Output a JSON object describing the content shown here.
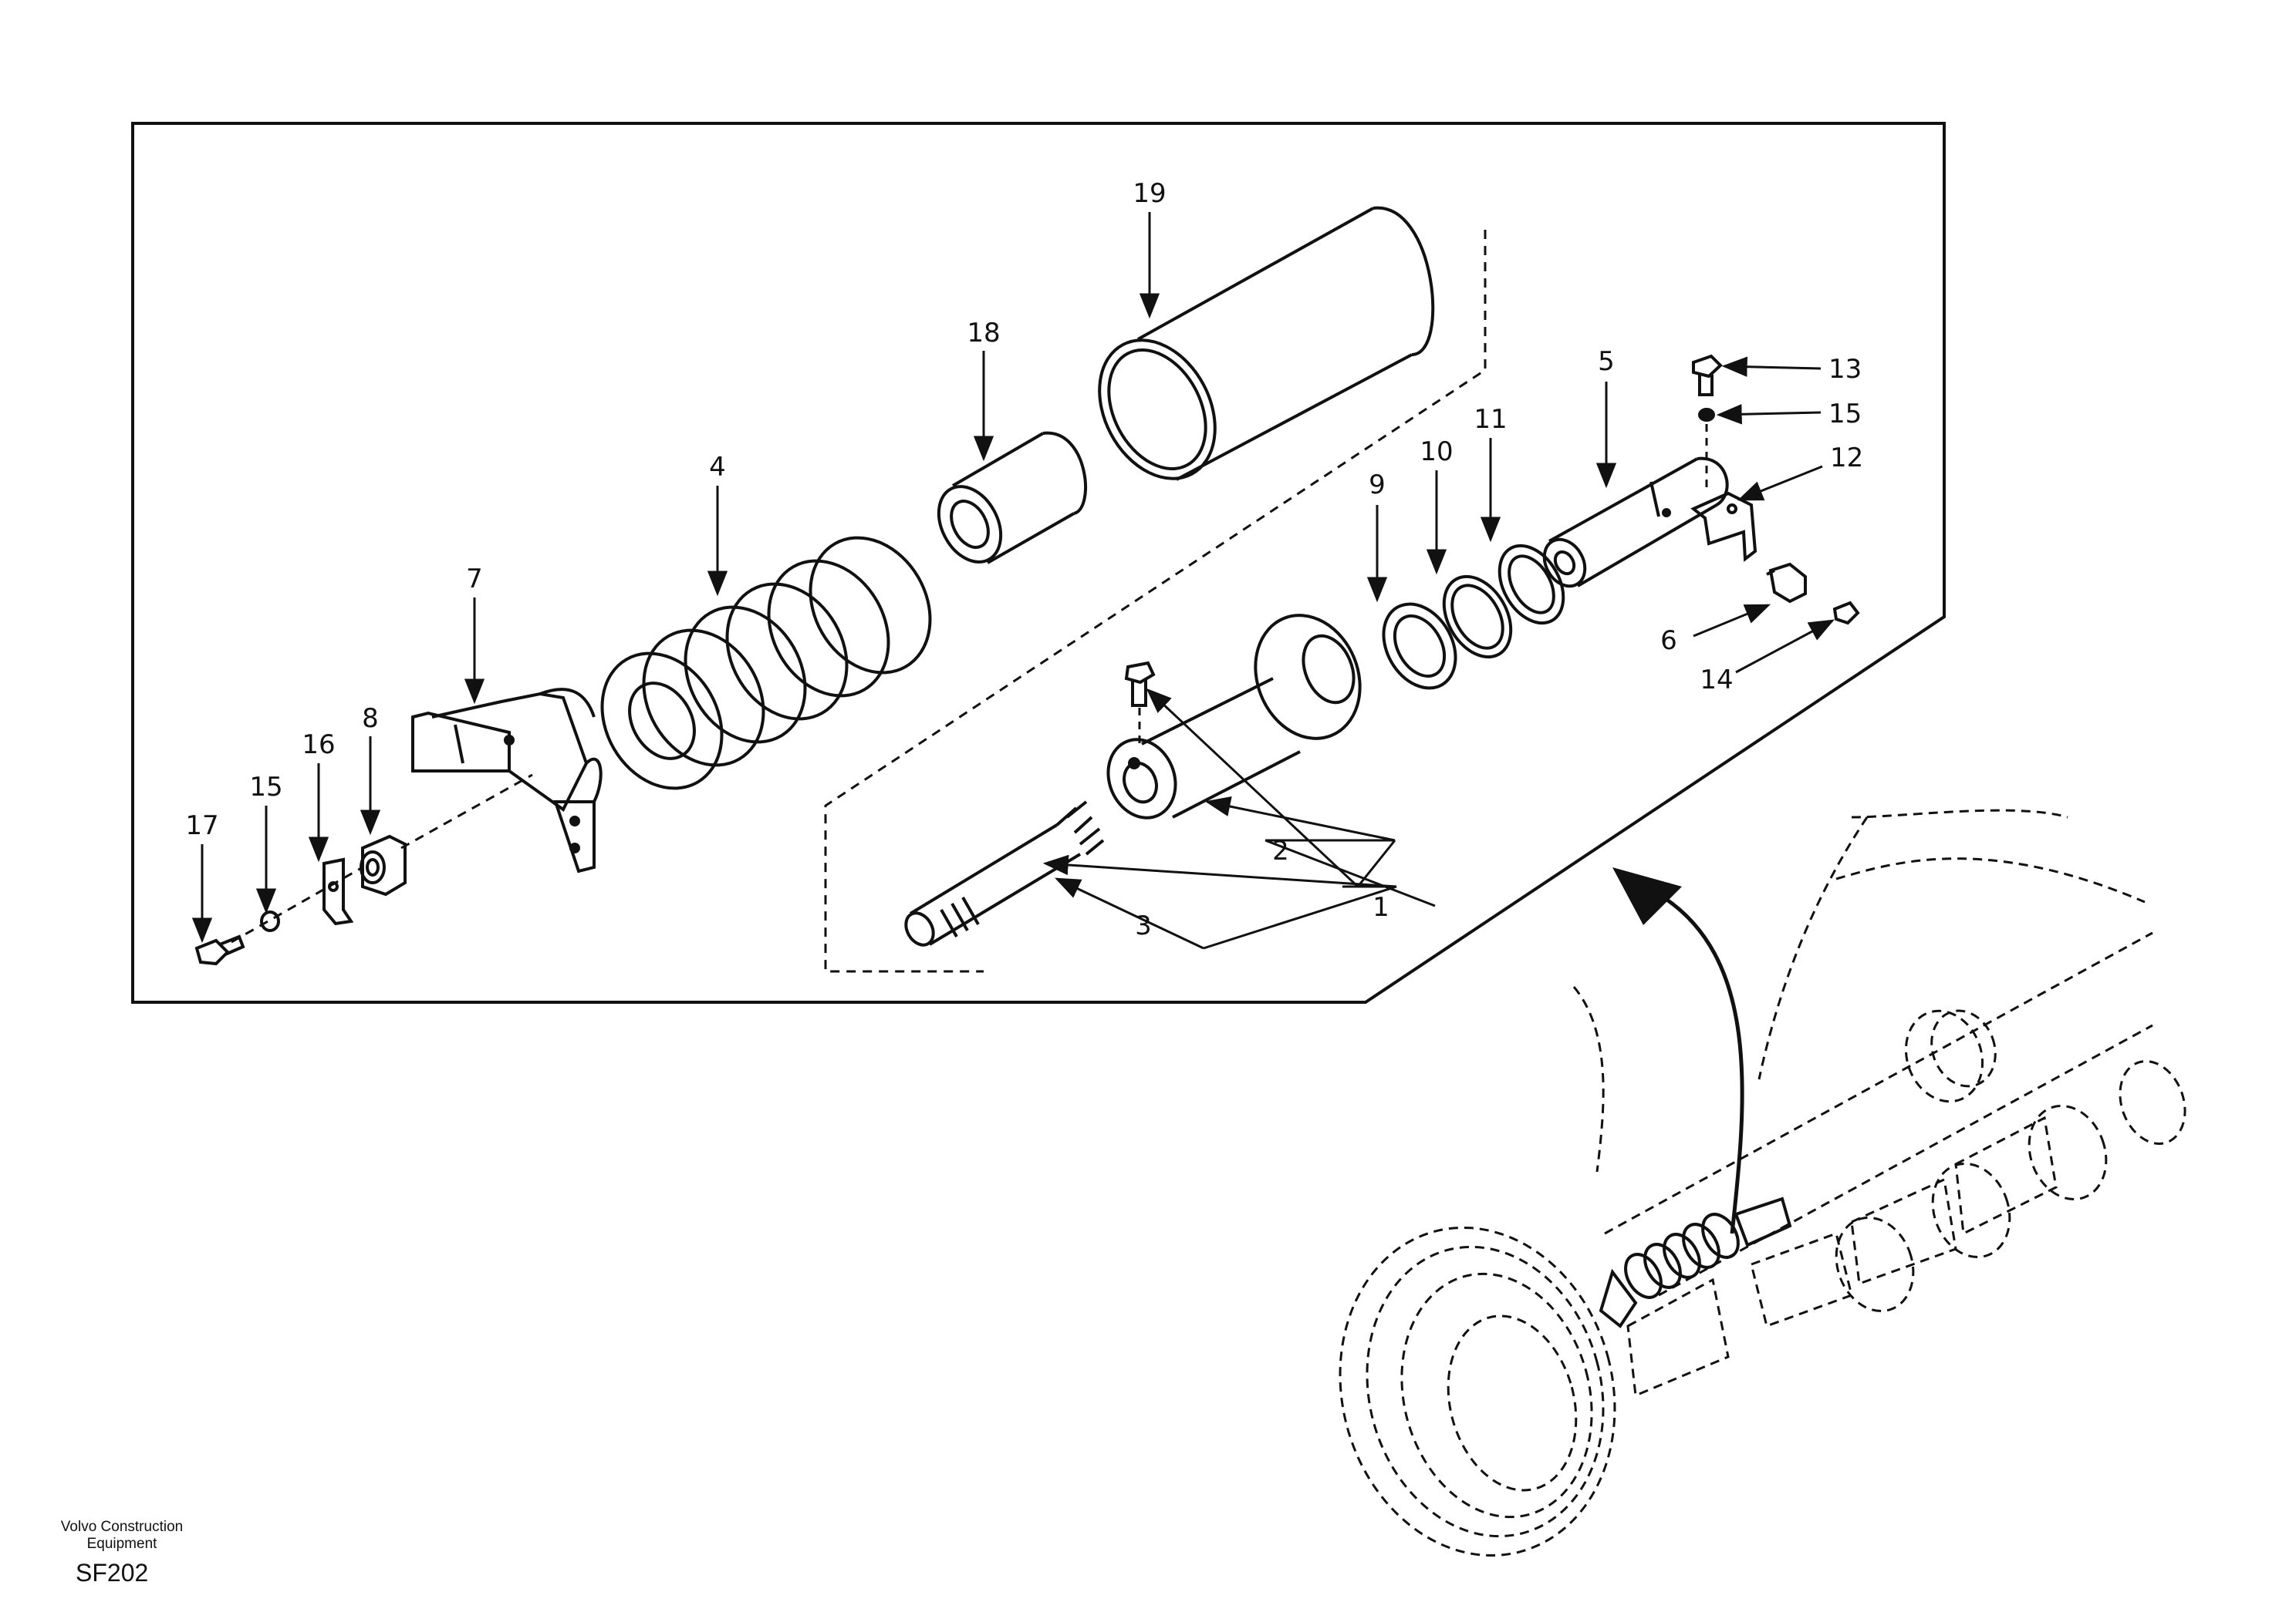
{
  "callouts": {
    "c1": "1",
    "c2": "2",
    "c3": "3",
    "c4": "4",
    "c5": "5",
    "c6": "6",
    "c7": "7",
    "c8": "8",
    "c9": "9",
    "c10": "10",
    "c11": "11",
    "c12": "12",
    "c13": "13",
    "c14": "14",
    "c15a": "15",
    "c15b": "15",
    "c16": "16",
    "c17": "17",
    "c18": "18",
    "c19": "19"
  },
  "footer": {
    "maker_line1": "Volvo Construction",
    "maker_line2": "Equipment",
    "code": "SF202"
  },
  "colors": {
    "ink": "#111111",
    "paper": "#ffffff"
  }
}
